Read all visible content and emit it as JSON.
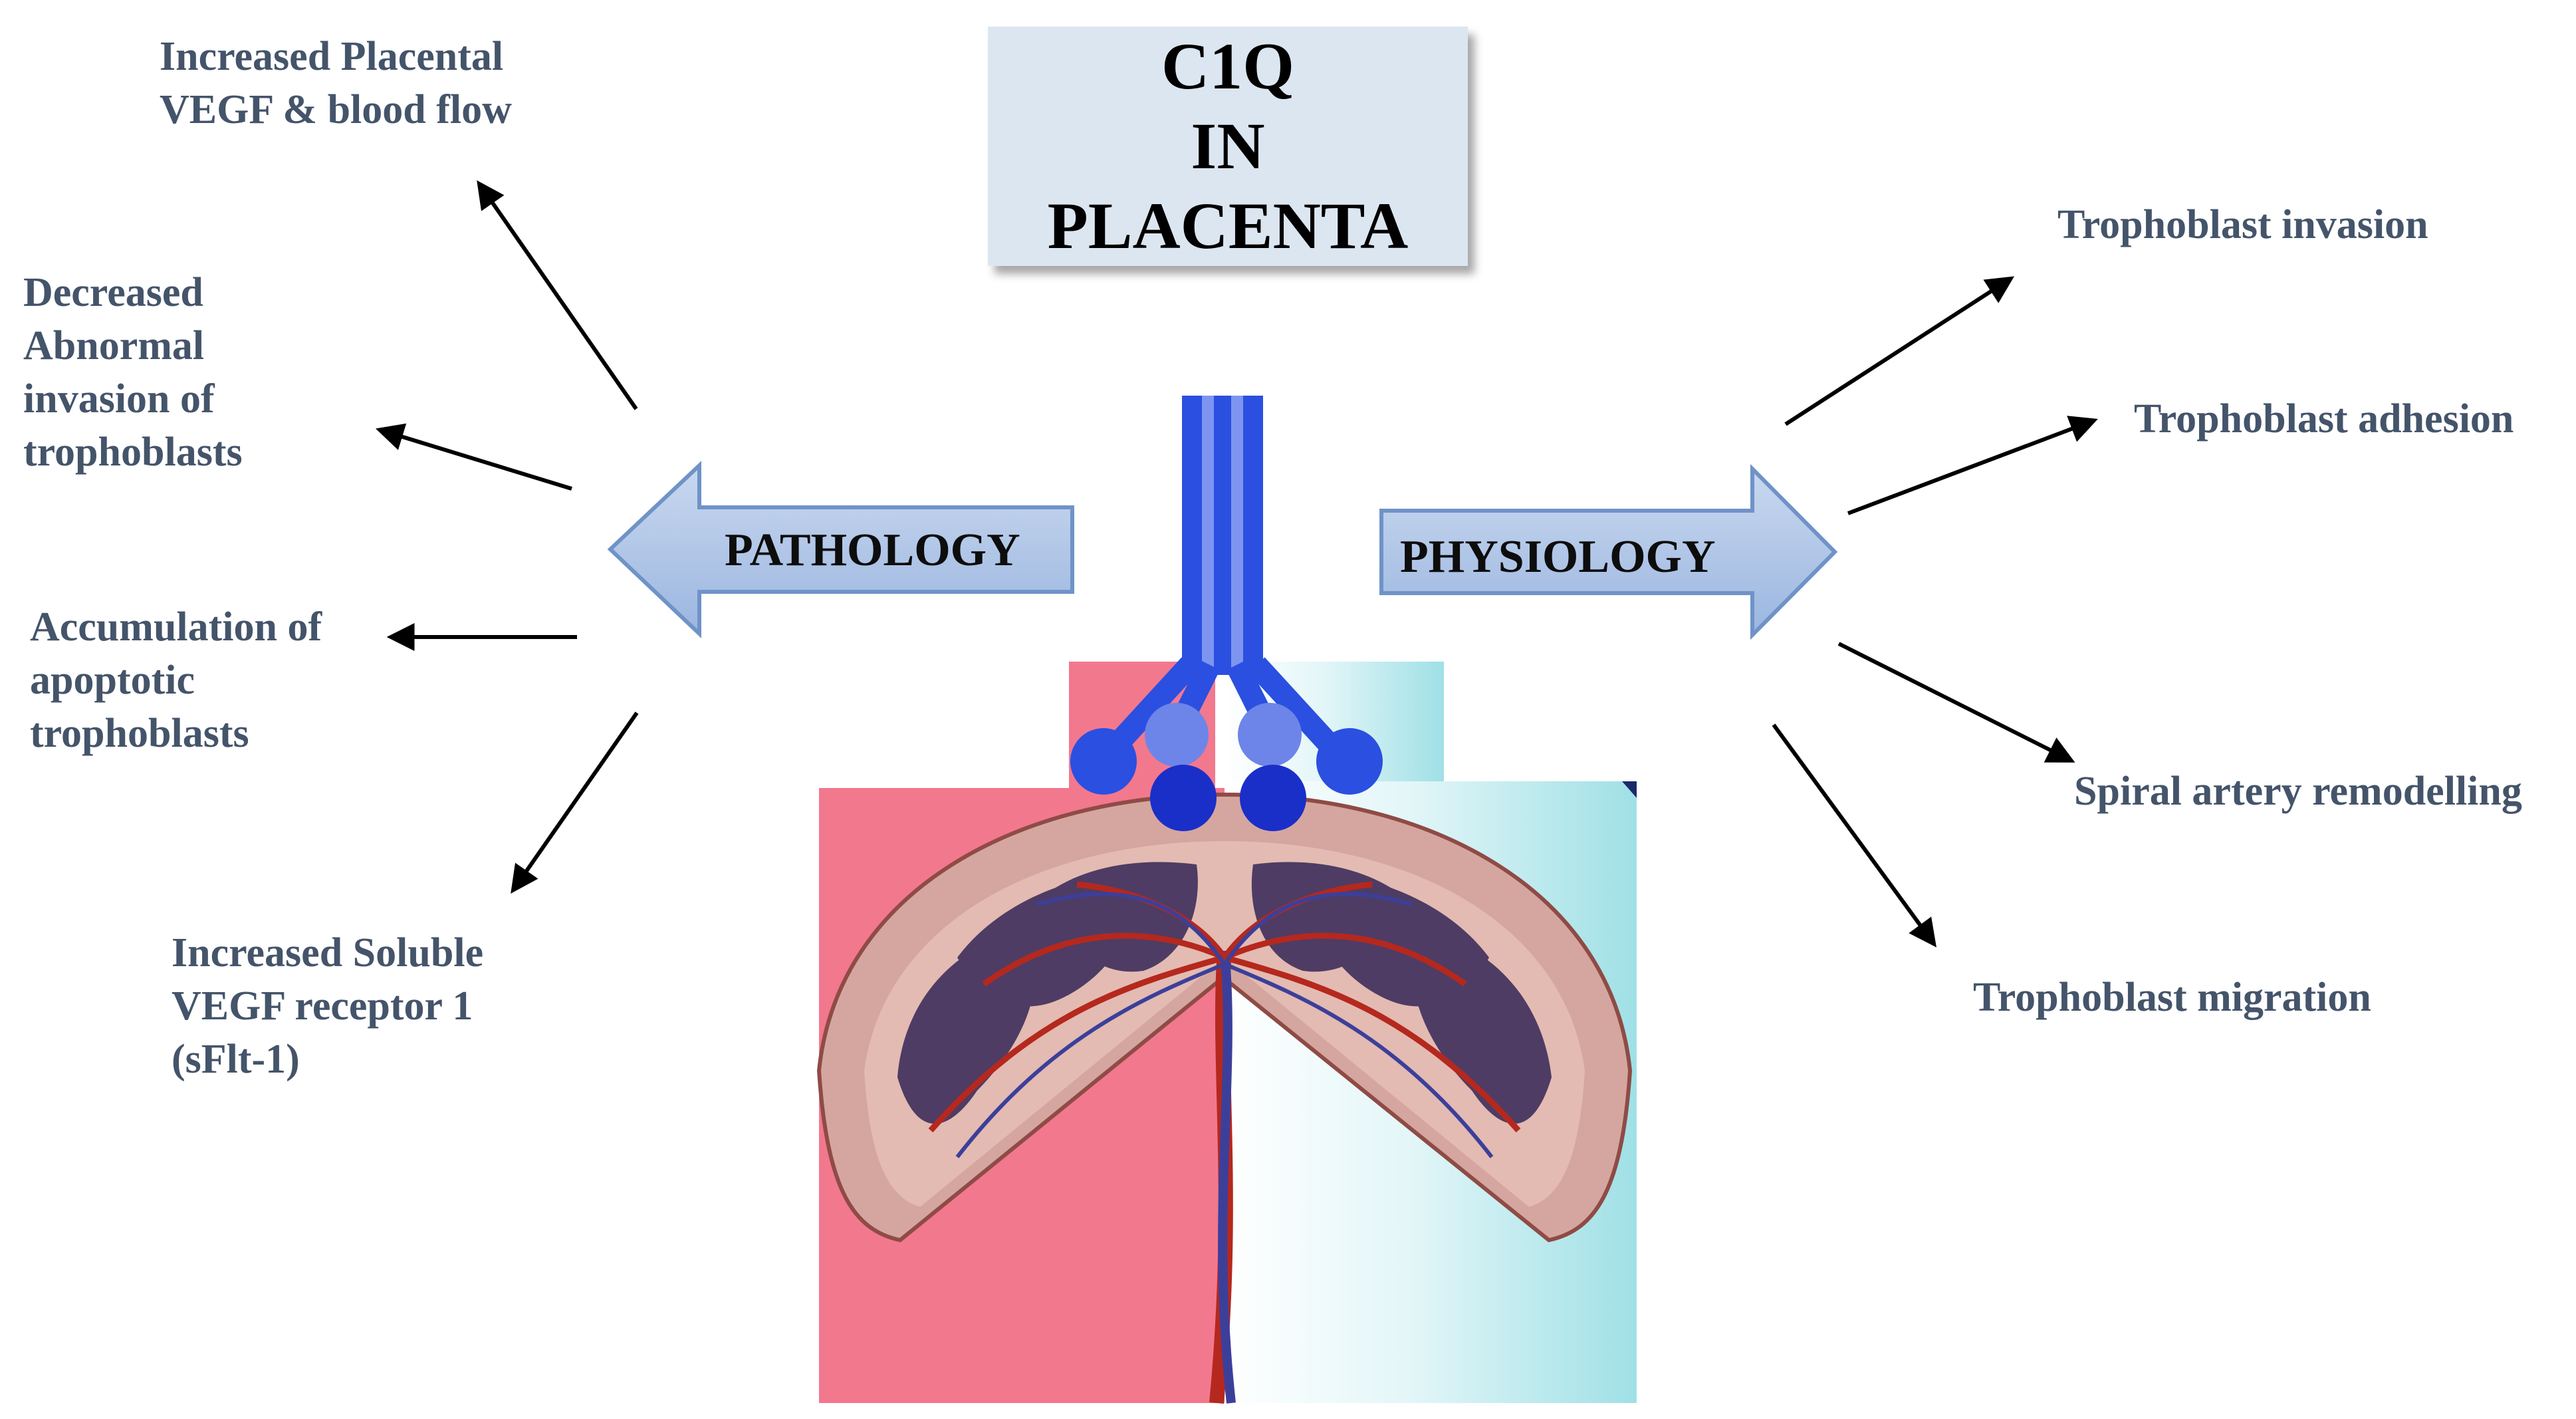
{
  "title": {
    "line1": "C1Q",
    "line2": "IN",
    "line3": "PLACENTA"
  },
  "pathology": {
    "label": "PATHOLOGY",
    "effects": [
      [
        "Increased Placental",
        "VEGF & blood flow"
      ],
      [
        "Decreased",
        "Abnormal",
        "invasion of",
        "trophoblasts"
      ],
      [
        "Accumulation of",
        "apoptotic",
        "trophoblasts"
      ],
      [
        "Increased Soluble",
        "VEGF receptor 1",
        "(sFlt-1)"
      ]
    ]
  },
  "physiology": {
    "label": "PHYSIOLOGY",
    "effects": [
      "Trophoblast invasion",
      "Trophoblast adhesion",
      "Spiral artery remodelling",
      "Trophoblast migration"
    ]
  },
  "colors": {
    "label_text": "#44546a",
    "arrow_fill": "#a7bfe3",
    "arrow_stroke": "#6f93c8",
    "title_box": "#dce6f1",
    "pink_panel": "#f2788e",
    "cyan_panel": "#9fe0e6",
    "c1q_blue": "#2b4fe0",
    "c1q_dark_blue": "#1a2fc8",
    "placenta_outer": "#d5a6a0",
    "lobule_fill": "#4e3c64",
    "artery": "#b5281e",
    "vein": "#3c3f9a"
  }
}
